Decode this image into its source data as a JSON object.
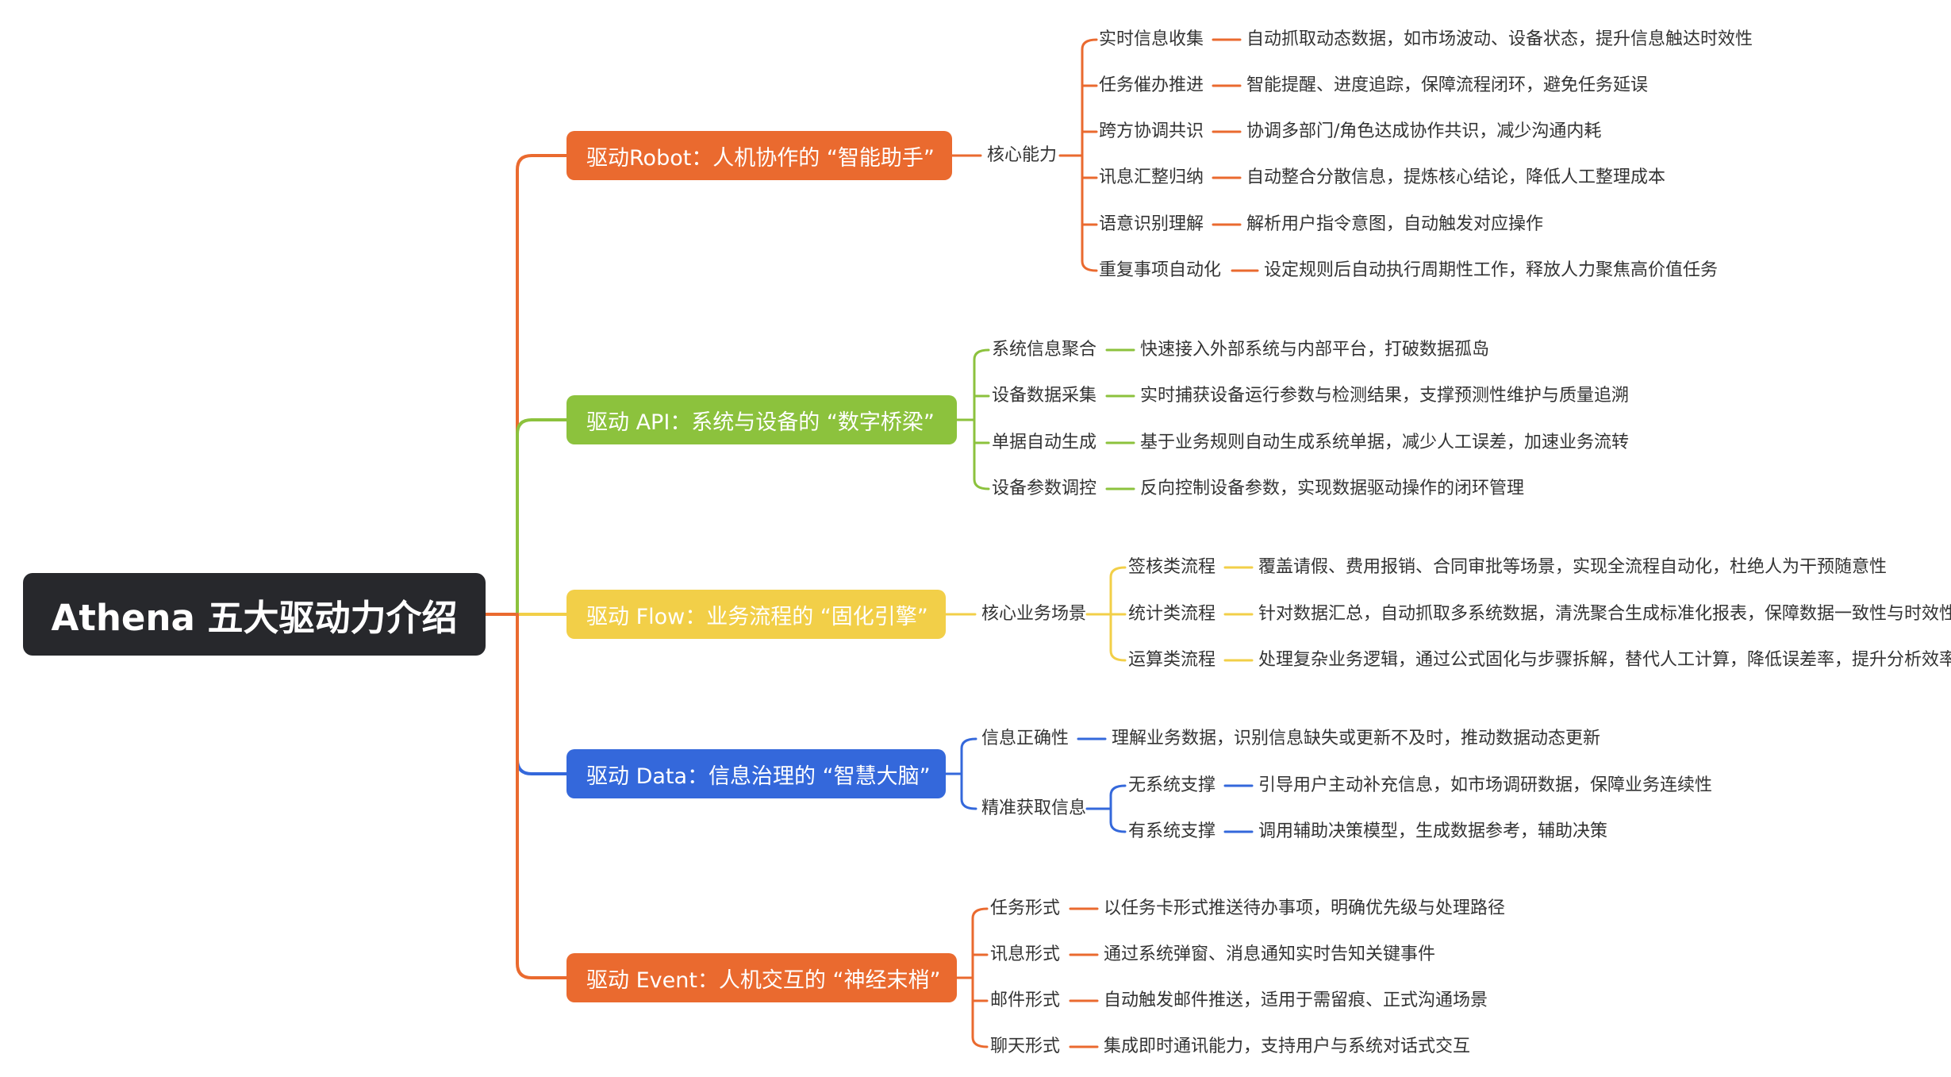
{
  "root": {
    "title": "Athena 五大驱动力介绍"
  },
  "colors": {
    "robot": "#ea6a2f",
    "api": "#8cc23d",
    "flow": "#f2cf48",
    "data": "#3468db",
    "event": "#ea6a2f",
    "root_bg": "#27282c"
  },
  "branches": {
    "robot": {
      "title": "驱动Robot：人机协作的 “智能助手”",
      "group": "核心能力",
      "items": [
        {
          "name": "实时信息收集",
          "desc": "自动抓取动态数据，如市场波动、设备状态，提升信息触达时效性"
        },
        {
          "name": "任务催办推进",
          "desc": "智能提醒、进度追踪，保障流程闭环，避免任务延误"
        },
        {
          "name": "跨方协调共识",
          "desc": "协调多部门/角色达成协作共识，减少沟通内耗"
        },
        {
          "name": "讯息汇整归纳",
          "desc": "自动整合分散信息，提炼核心结论，降低人工整理成本"
        },
        {
          "name": "语意识别理解",
          "desc": "解析用户指令意图，自动触发对应操作"
        },
        {
          "name": "重复事项自动化",
          "desc": "设定规则后自动执行周期性工作，释放人力聚焦高价值任务"
        }
      ]
    },
    "api": {
      "title": "驱动 API：系统与设备的 “数字桥梁”",
      "items": [
        {
          "name": "系统信息聚合",
          "desc": "快速接入外部系统与内部平台，打破数据孤岛"
        },
        {
          "name": "设备数据采集",
          "desc": "实时捕获设备运行参数与检测结果，支撑预测性维护与质量追溯"
        },
        {
          "name": "单据自动生成",
          "desc": "基于业务规则自动生成系统单据，减少人工误差，加速业务流转"
        },
        {
          "name": "设备参数调控",
          "desc": "反向控制设备参数，实现数据驱动操作的闭环管理"
        }
      ]
    },
    "flow": {
      "title": "驱动 Flow：业务流程的 “固化引擎”",
      "group": "核心业务场景",
      "items": [
        {
          "name": "签核类流程",
          "desc": "覆盖请假、费用报销、合同审批等场景，实现全流程自动化，杜绝人为干预随意性"
        },
        {
          "name": "统计类流程",
          "desc": "针对数据汇总，自动抓取多系统数据，清洗聚合生成标准化报表，保障数据一致性与时效性"
        },
        {
          "name": "运算类流程",
          "desc": "处理复杂业务逻辑，通过公式固化与步骤拆解，替代人工计算，降低误差率，提升分析效率"
        }
      ]
    },
    "data": {
      "title": "驱动 Data：信息治理的 “智慧大脑”",
      "correctness": {
        "name": "信息正确性",
        "desc": "理解业务数据，识别信息缺失或更新不及时，推动数据动态更新"
      },
      "precise": {
        "name": "精准获取信息",
        "items": [
          {
            "name": "无系统支撑",
            "desc": "引导用户主动补充信息，如市场调研数据，保障业务连续性"
          },
          {
            "name": "有系统支撑",
            "desc": "调用辅助决策模型，生成数据参考，辅助决策"
          }
        ]
      }
    },
    "event": {
      "title": "驱动 Event：人机交互的 “神经末梢”",
      "items": [
        {
          "name": "任务形式",
          "desc": "以任务卡形式推送待办事项，明确优先级与处理路径"
        },
        {
          "name": "讯息形式",
          "desc": "通过系统弹窗、消息通知实时告知关键事件"
        },
        {
          "name": "邮件形式",
          "desc": "自动触发邮件推送，适用于需留痕、正式沟通场景"
        },
        {
          "name": "聊天形式",
          "desc": "集成即时通讯能力，支持用户与系统对话式交互"
        }
      ]
    }
  }
}
